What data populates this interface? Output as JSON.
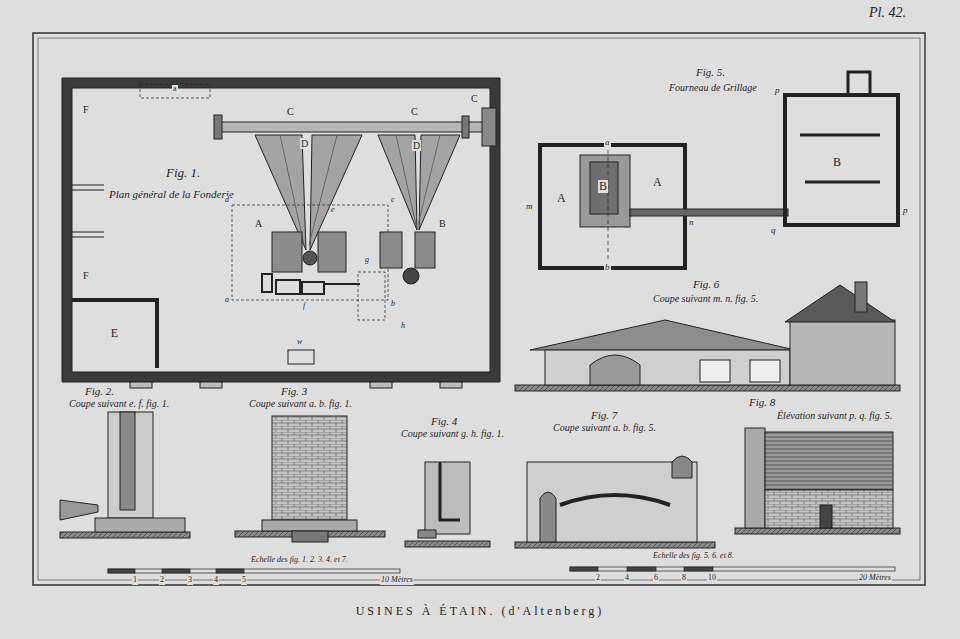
{
  "diagram": {
    "title": "USINES À ÉTAIN. (d'Altenberg)",
    "nodes": [
      {
        "text": [
          "Fig. 1.",
          "Plan général de la Fonderie"
        ]
      },
      {
        "text": [
          "E"
        ],
        "in": 0
      }
    ],
    "labels": [
      "Pl. 42.",
      "a",
      "F",
      "F",
      "C",
      "C",
      "C",
      "D",
      "D",
      "A",
      "B",
      "d",
      "c",
      "e",
      "f",
      "a",
      "b",
      "g",
      "h",
      "w",
      "Fig. 2.",
      "Coupe suivant e. f. fig. 1.",
      "Fig. 3",
      "Coupe suivant a. b. fig. 1.",
      "Fig. 4",
      "Coupe suivant g. h. fig. 1.",
      "Fig. 7",
      "Coupe suivant a. b. fig. 5.",
      "Fig. 8",
      "Élévation suivant p. q. fig. 5.",
      "Fig. 6",
      "Coupe suivant m. n. fig. 5.",
      "Fig. 5.",
      "Fourneau de Grillage",
      "Echelle des fig. 1. 2. 3. 4. et 7.",
      "Echelle des fig. 5. 6. et 8.",
      "1",
      "2",
      "3",
      "4",
      "5",
      "10 Mètres",
      "2",
      "4",
      "6",
      "8",
      "10",
      "20 Mètres",
      "A",
      "B",
      "A",
      "B",
      "m",
      "n",
      "p",
      "p",
      "q",
      "a",
      "b"
    ]
  }
}
